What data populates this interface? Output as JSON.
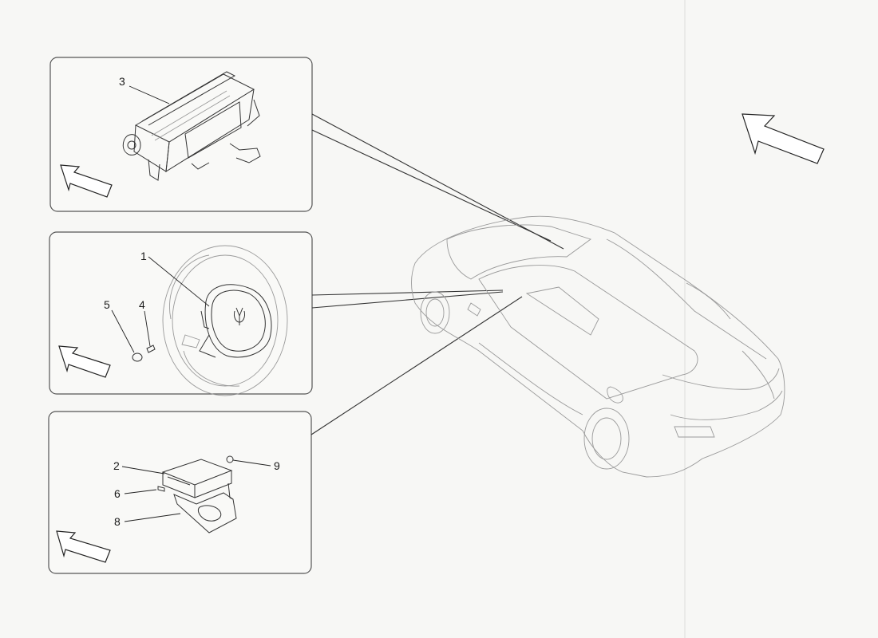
{
  "diagram": {
    "part_numbers": {
      "airbag_module": "3",
      "steering_airbag": "1",
      "screw_4": "4",
      "cap_5": "5",
      "control_unit": "2",
      "screw_6": "6",
      "bracket_8": "8",
      "nut_9": "9"
    },
    "panels": [
      "passenger-airbag-panel",
      "steering-wheel-airbag-panel",
      "airbag-control-unit-panel"
    ],
    "colors": {
      "background": "#f7f7f5",
      "ink": "#333333",
      "light_ink": "#9a9a9a",
      "arrow_fill": "#ffffff"
    },
    "icons": [
      "orientation-arrow-icon"
    ]
  }
}
